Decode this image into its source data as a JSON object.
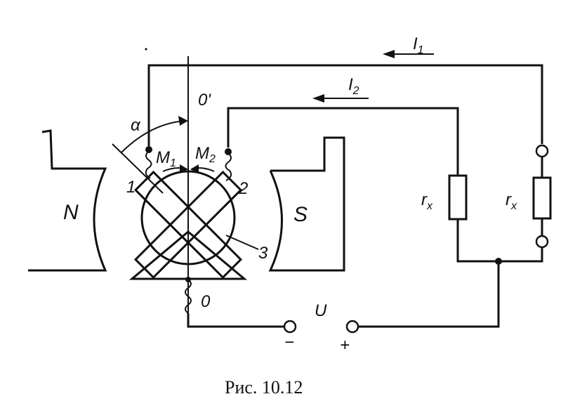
{
  "figure": {
    "caption": "Рис.  10.12",
    "labels": {
      "north_pole": "N",
      "south_pole": "S",
      "axis_top": "0'",
      "axis_bottom": "0",
      "angle": "α",
      "coil_1": "1",
      "coil_2": "2",
      "rotor": "3",
      "voltage": "U",
      "minus": "−",
      "plus": "+"
    },
    "currents": [
      {
        "symbol": "I",
        "subscript": "1"
      },
      {
        "symbol": "I",
        "subscript": "2"
      }
    ],
    "moments": [
      {
        "symbol": "M",
        "subscript": "1"
      },
      {
        "symbol": "M",
        "subscript": "2"
      }
    ],
    "resistors": [
      {
        "symbol": "r",
        "subscript": "x"
      },
      {
        "symbol": "r",
        "subscript": "x"
      }
    ]
  }
}
